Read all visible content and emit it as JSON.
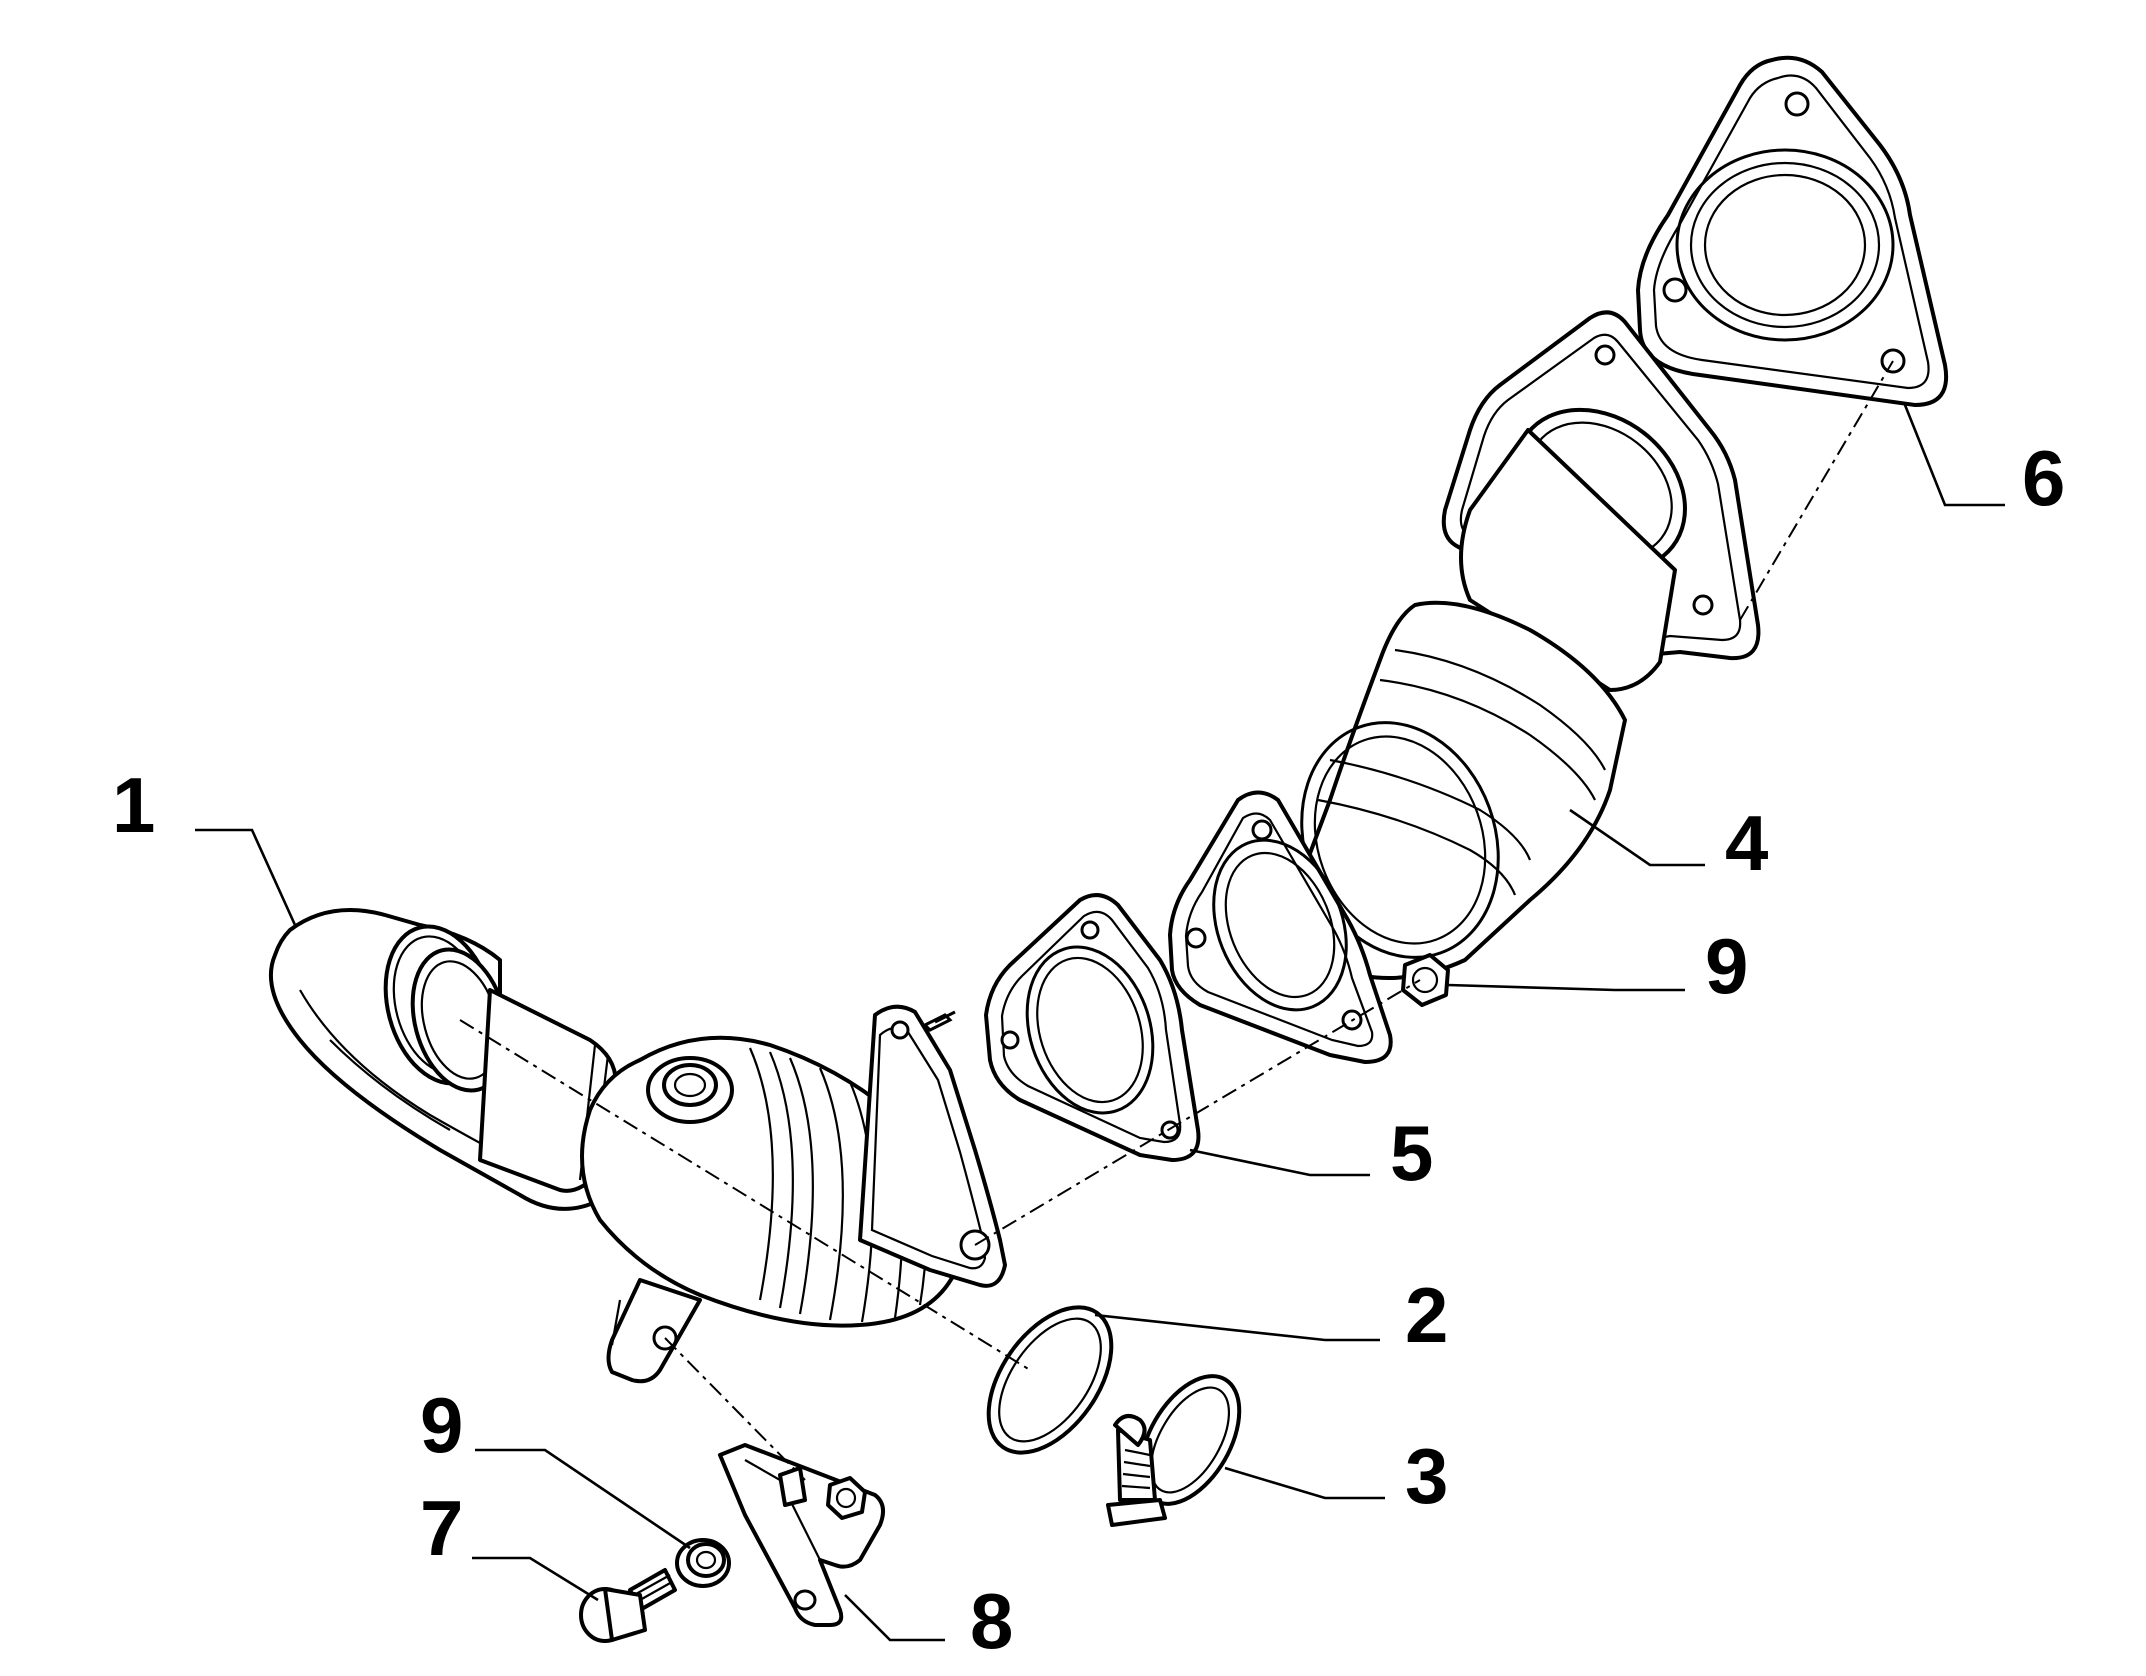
{
  "diagram": {
    "parts": [
      {
        "id": "p1",
        "label": "1",
        "icon": "downpipe-elbow-icon"
      },
      {
        "id": "p2",
        "label": "2",
        "icon": "seal-ring-icon"
      },
      {
        "id": "p3",
        "label": "3",
        "icon": "hose-clamp-icon"
      },
      {
        "id": "p4",
        "label": "4",
        "icon": "catalytic-converter-pipe-icon"
      },
      {
        "id": "p5",
        "label": "5",
        "icon": "flange-gasket-icon"
      },
      {
        "id": "p6",
        "label": "6",
        "icon": "flange-gasket-icon"
      },
      {
        "id": "p7",
        "label": "7",
        "icon": "bolt-icon"
      },
      {
        "id": "p8",
        "label": "8",
        "icon": "bracket-icon"
      },
      {
        "id": "p9a",
        "label": "9",
        "icon": "nut-icon"
      },
      {
        "id": "p9b",
        "label": "9",
        "icon": "nut-icon"
      }
    ],
    "colors": {
      "line": "#000000",
      "background": "#ffffff"
    }
  }
}
